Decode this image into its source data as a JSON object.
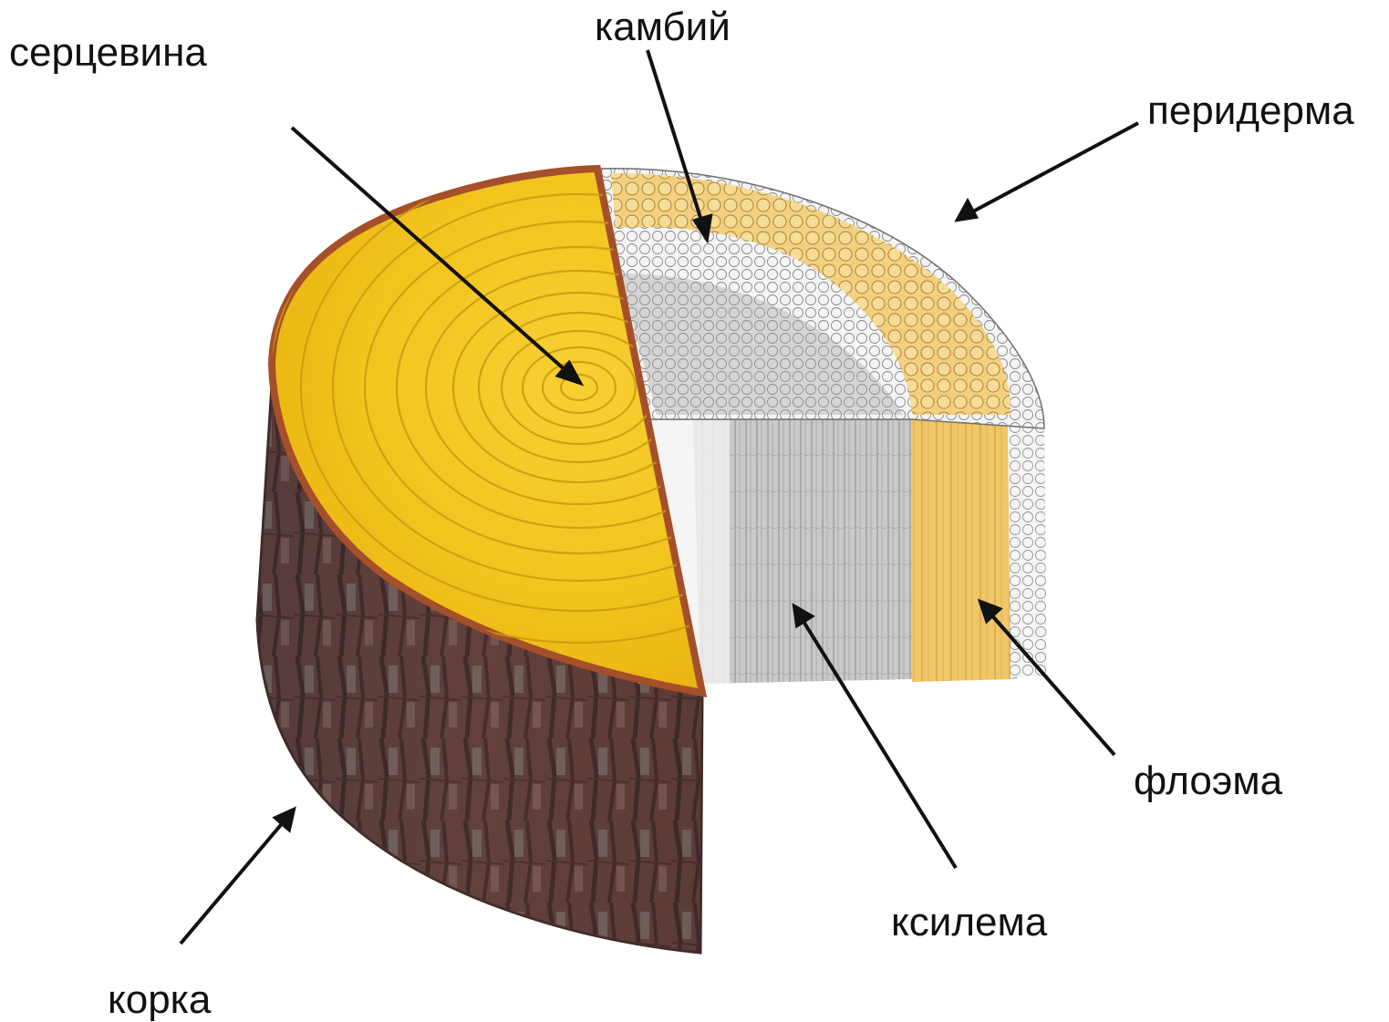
{
  "labels": {
    "pith": "серцевина",
    "cambium": "камбий",
    "periderm": "перидерма",
    "phloem": "флоэма",
    "xylem": "ксилема",
    "bark": "корка"
  },
  "colors": {
    "heartwood_yellow": "#f3c51f",
    "ring_line": "#c99a12",
    "bark_dark": "#5b3b36",
    "bark_mid": "#7a5550",
    "bark_highlight": "#8f9a8f",
    "phloem_tan": "#f0c46a",
    "xylem_grey": "#c8c8c8",
    "arrow": "#111111"
  }
}
